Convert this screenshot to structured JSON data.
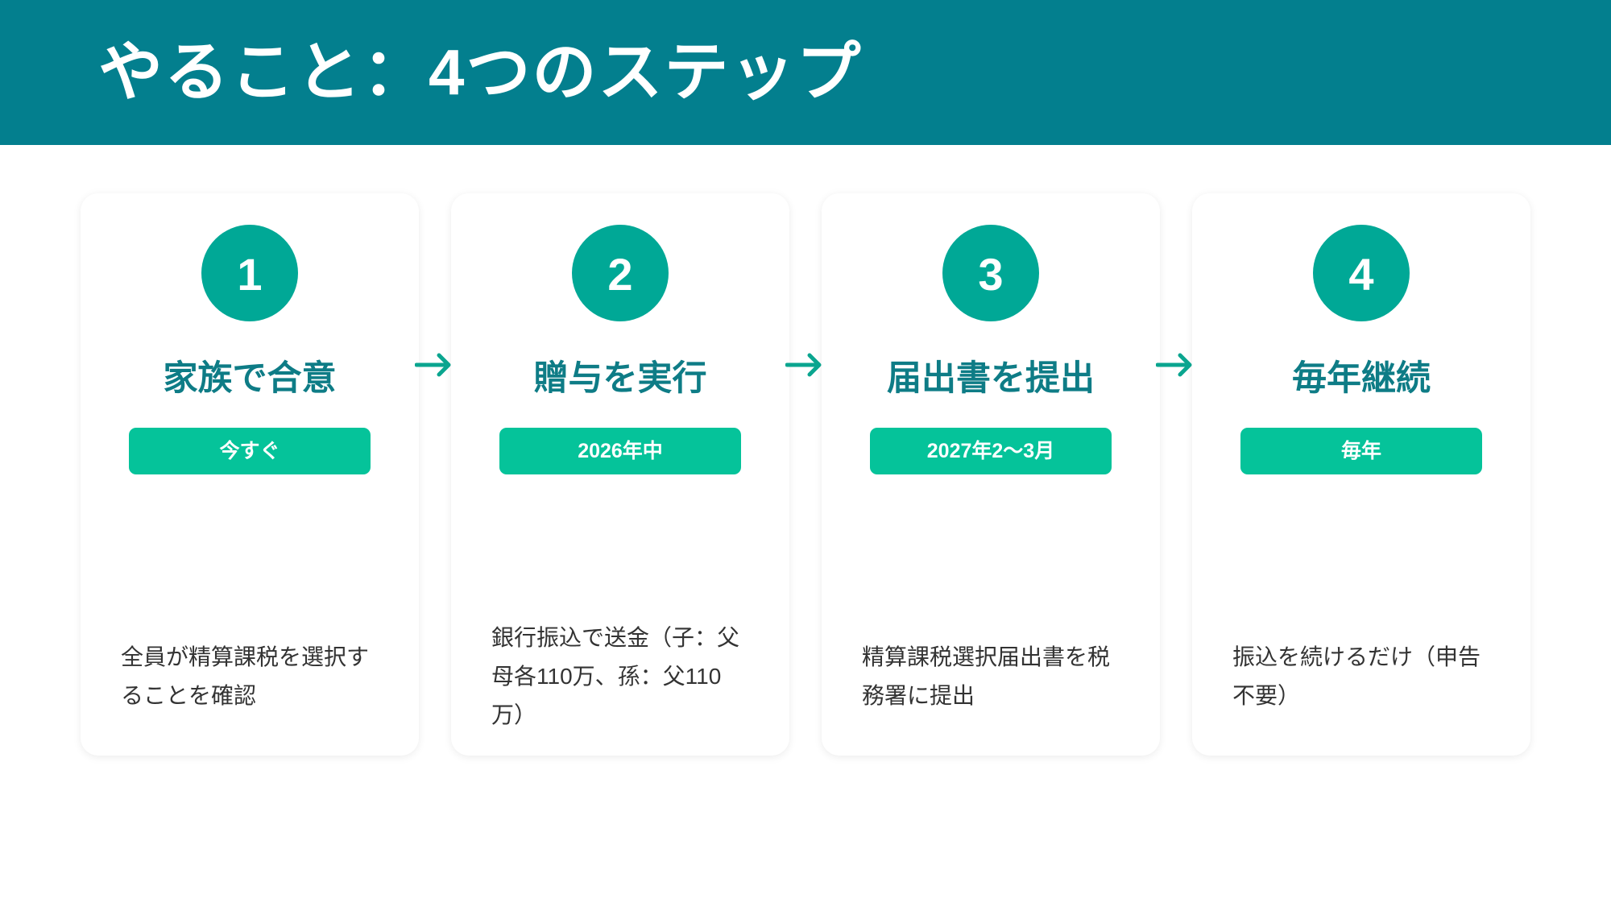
{
  "header": {
    "title": "やること：4つのステップ"
  },
  "steps": [
    {
      "number": "1",
      "title": "家族で合意",
      "timing": "今すぐ",
      "description": "全員が精算課税を選択することを確認"
    },
    {
      "number": "2",
      "title": "贈与を実行",
      "timing": "2026年中",
      "description": "銀行振込で送金（子：父母各110万、孫：父110万）"
    },
    {
      "number": "3",
      "title": "届出書を提出",
      "timing": "2027年2〜3月",
      "description": "精算課税選択届出書を税務署に提出"
    },
    {
      "number": "4",
      "title": "毎年継続",
      "timing": "毎年",
      "description": "振込を続けるだけ（申告不要）"
    }
  ],
  "colors": {
    "header": "#037F8E",
    "circle": "#00A896",
    "title": "#0E7C86",
    "pill": "#05C39A",
    "arrow": "#0AA58F"
  }
}
